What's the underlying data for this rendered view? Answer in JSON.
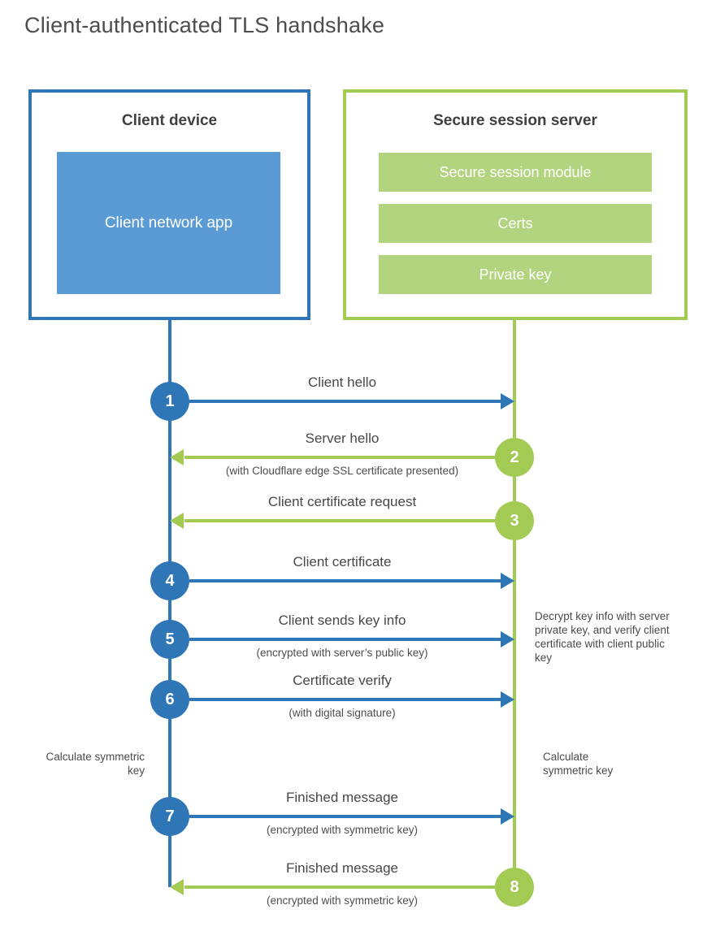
{
  "title": "Client-authenticated TLS handshake",
  "colors": {
    "blue": "#2e76b6",
    "light_blue": "#5b9bd5",
    "green_line": "#a3cb53",
    "green_bar": "#b2d47e",
    "heading_text": "#3f3f3f",
    "label_text": "#474747",
    "title_text": "#4d4d4d"
  },
  "client_box": {
    "title": "Client device",
    "app_label": "Client network app"
  },
  "server_box": {
    "title": "Secure session server",
    "modules": [
      "Secure session module",
      "Certs",
      "Private key"
    ]
  },
  "steps": [
    {
      "num": "1",
      "direction": "right",
      "color": "blue",
      "label": "Client hello",
      "sublabel": ""
    },
    {
      "num": "2",
      "direction": "left",
      "color": "green",
      "label": "Server hello",
      "sublabel": "(with Cloudflare edge SSL certificate presented)"
    },
    {
      "num": "3",
      "direction": "left",
      "color": "green",
      "label": "Client certificate request",
      "sublabel": ""
    },
    {
      "num": "4",
      "direction": "right",
      "color": "blue",
      "label": "Client certificate",
      "sublabel": ""
    },
    {
      "num": "5",
      "direction": "right",
      "color": "blue",
      "label": "Client sends key info",
      "sublabel": "(encrypted with server’s public key)"
    },
    {
      "num": "6",
      "direction": "right",
      "color": "blue",
      "label": "Certificate verify",
      "sublabel": "(with digital signature)"
    },
    {
      "num": "7",
      "direction": "right",
      "color": "blue",
      "label": "Finished message",
      "sublabel": "(encrypted with symmetric key)"
    },
    {
      "num": "8",
      "direction": "left",
      "color": "green",
      "label": "Finished message",
      "sublabel": "(encrypted with symmetric key)"
    }
  ],
  "annotations": {
    "decrypt_note": "Decrypt key info with server private key, and verify client certificate with client public key",
    "calc_left": "Calculate symmetric key",
    "calc_right": "Calculate symmetric key"
  }
}
